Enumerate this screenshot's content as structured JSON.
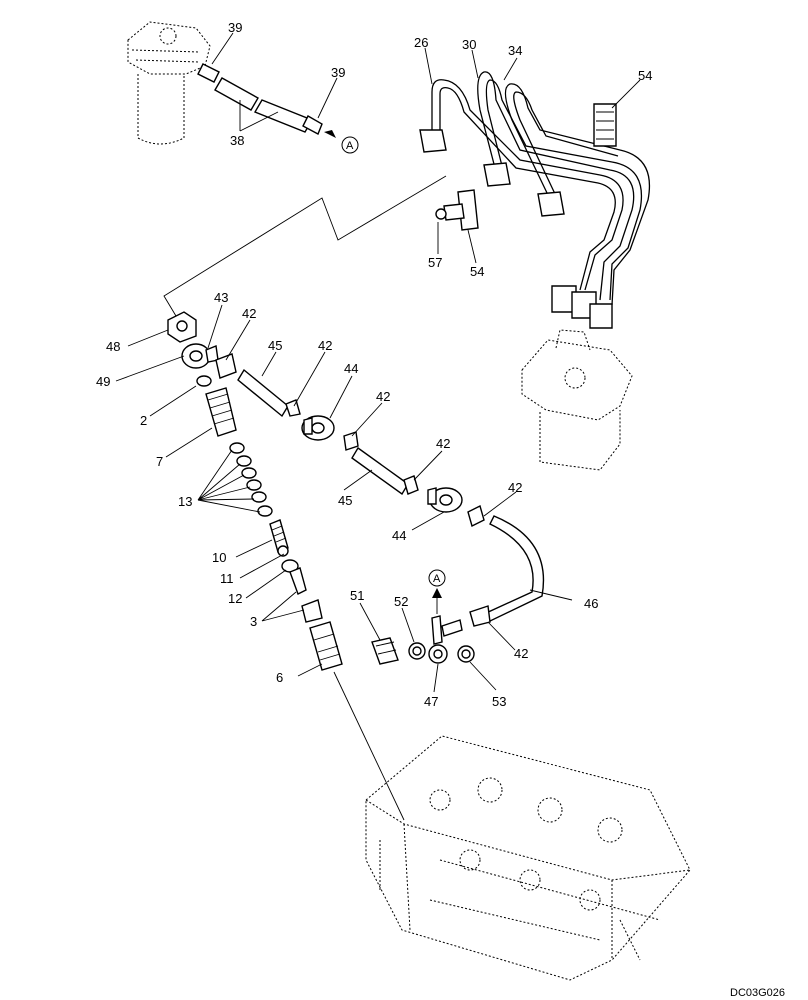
{
  "drawing_code": "DC03G026",
  "callouts": {
    "c39a": "39",
    "c39b": "39",
    "c38": "38",
    "c26": "26",
    "c30": "30",
    "c34": "34",
    "c54a": "54",
    "c54b": "54",
    "c57": "57",
    "c43": "43",
    "c42a": "42",
    "c45a": "45",
    "c42b": "42",
    "c44a": "44",
    "c42c": "42",
    "c48": "48",
    "c49": "49",
    "c2": "2",
    "c7": "7",
    "c13": "13",
    "c42d": "42",
    "c45b": "45",
    "c42e": "42",
    "c44b": "44",
    "c10": "10",
    "c11": "11",
    "c12": "12",
    "c3": "3",
    "c51": "51",
    "c52": "52",
    "c46": "46",
    "c42f": "42",
    "c6": "6",
    "c47": "47",
    "c53": "53"
  },
  "refs": {
    "ref_a1": "A",
    "ref_a2": "A"
  }
}
